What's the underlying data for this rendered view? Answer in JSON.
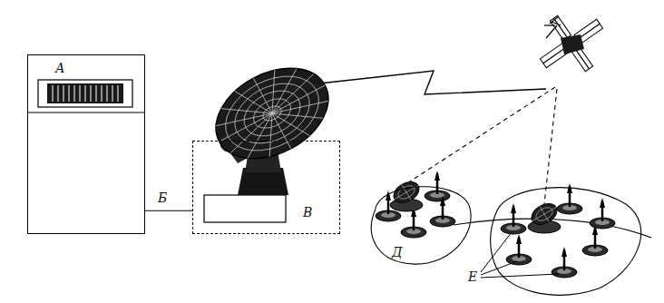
{
  "diagram": {
    "nodes": [
      {
        "text": [
          "А"
        ]
      },
      {
        "text": [
          "В"
        ]
      },
      {
        "text": [
          "Д"
        ]
      }
    ],
    "edges": [
      {
        "from": 0,
        "to": 1,
        "label": "Б",
        "arrow": "none"
      }
    ],
    "labels": [
      "Е"
    ]
  }
}
